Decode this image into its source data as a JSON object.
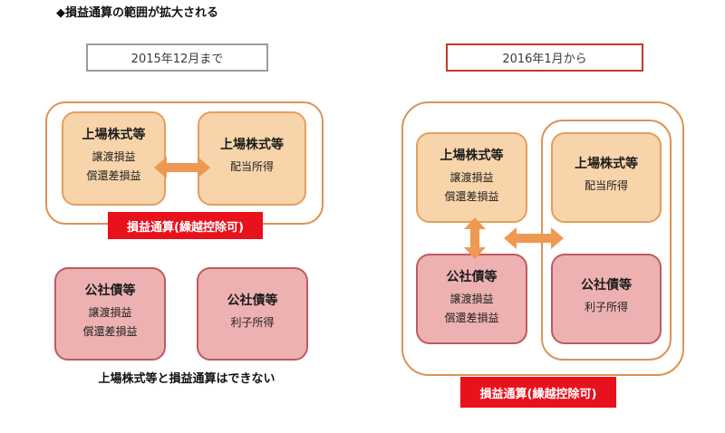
{
  "title": "◆損益通算の範囲が拡大される",
  "colors": {
    "container_border": "#dc9355",
    "orange_fill": "#f8d4aa",
    "orange_border": "#e59d5e",
    "pink_fill": "#edb1b1",
    "pink_border": "#be5a61",
    "offset_label_bg": "#e8111c",
    "offset_label_text": "#ffffff",
    "arrow_orange": "#ef9851",
    "header_before_border": "#9b9b9b",
    "header_after_border": "#c0392b"
  },
  "left": {
    "header": "2015年12月まで",
    "boxes": {
      "stock_trade": {
        "title": "上場株式等",
        "lines": [
          "譲渡損益",
          "償還差損益"
        ]
      },
      "stock_dividend": {
        "title": "上場株式等",
        "lines": [
          "配当所得"
        ]
      },
      "bond_trade": {
        "title": "公社債等",
        "lines": [
          "譲渡損益",
          "償還差損益"
        ]
      },
      "bond_interest": {
        "title": "公社債等",
        "lines": [
          "利子所得"
        ]
      }
    },
    "offset_label": "損益通算(繰越控除可)",
    "caption": "上場株式等と損益通算はできない"
  },
  "right": {
    "header": "2016年1月から",
    "boxes": {
      "stock_trade": {
        "title": "上場株式等",
        "lines": [
          "譲渡損益",
          "償還差損益"
        ]
      },
      "stock_dividend": {
        "title": "上場株式等",
        "lines": [
          "配当所得"
        ]
      },
      "bond_trade": {
        "title": "公社債等",
        "lines": [
          "譲渡損益",
          "償還差損益"
        ]
      },
      "bond_interest": {
        "title": "公社債等",
        "lines": [
          "利子所得"
        ]
      }
    },
    "offset_label": "損益通算(繰越控除可)"
  }
}
